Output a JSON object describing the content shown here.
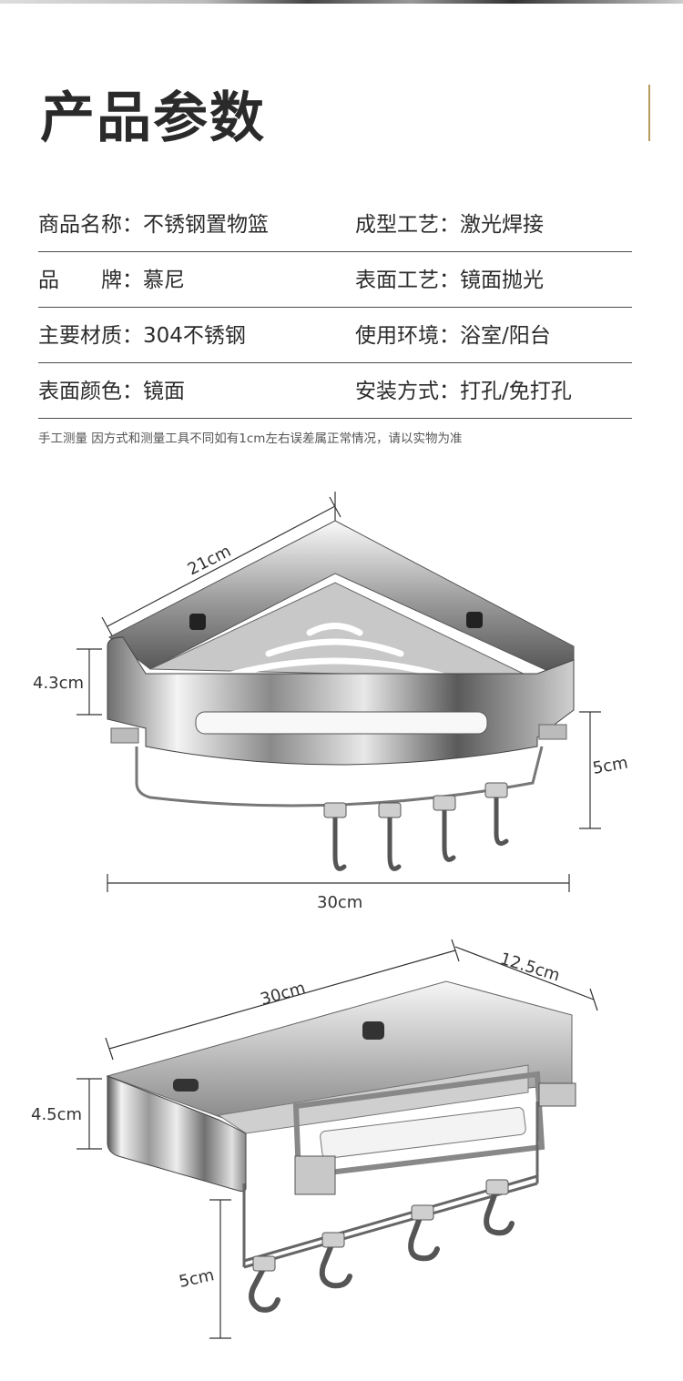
{
  "title": "产品参数",
  "specs": [
    {
      "left": {
        "key": "商品名称",
        "value": "不锈钢置物篮"
      },
      "right": {
        "key": "成型工艺",
        "value": "激光焊接"
      }
    },
    {
      "left": {
        "key": "品 牌",
        "value": "慕尼"
      },
      "right": {
        "key": "表面工艺",
        "value": "镜面抛光"
      }
    },
    {
      "left": {
        "key": "主要材质",
        "value": "304不锈钢"
      },
      "right": {
        "key": "使用环境",
        "value": "浴室/阳台"
      }
    },
    {
      "left": {
        "key": "表面颜色",
        "value": "镜面"
      },
      "right": {
        "key": "安装方式",
        "value": "打孔/免打孔"
      }
    }
  ],
  "colon": "：",
  "note": "手工测量 因方式和测量工具不同如有1cm左右误差属正常情况，请以实物为准",
  "corner_shelf": {
    "width_top": "21cm",
    "height": "4.3cm",
    "hook_height": "5cm",
    "width_bottom": "30cm"
  },
  "rect_shelf": {
    "length": "30cm",
    "depth": "12.5cm",
    "height": "4.5cm",
    "hook_height": "5cm"
  },
  "colors": {
    "accent_gold": "#b89a5e",
    "text": "#2b2b2b"
  }
}
